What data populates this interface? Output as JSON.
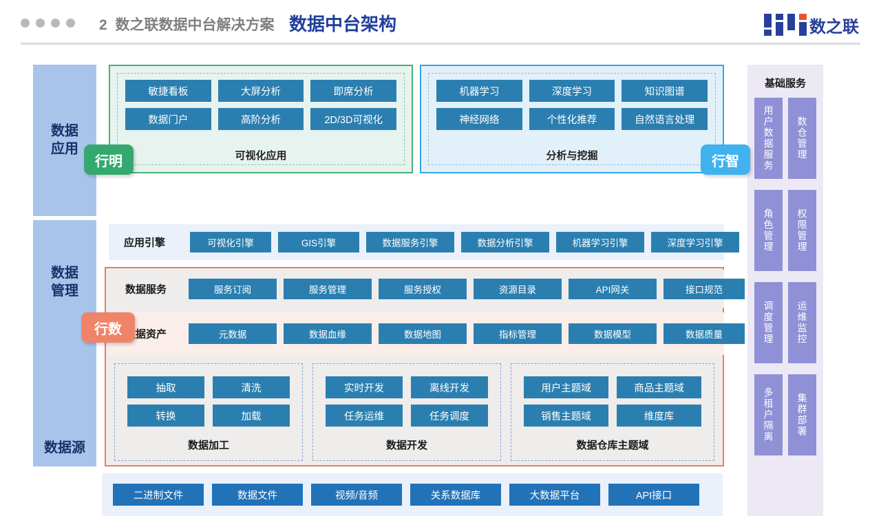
{
  "header": {
    "section_number": "2",
    "breadcrumb": "数之联数据中台解决方案",
    "title": "数据中台架构",
    "logo_text": "数之联",
    "dots_count": 4,
    "accent_blue": "#1f3f9e",
    "logo_orange": "#e8552d"
  },
  "rails": {
    "data_application": "数据\n应用",
    "data_application_line1": "数据",
    "data_application_line2": "应用",
    "data_management_line1": "数据",
    "data_management_line2": "管理",
    "data_source": "数据源"
  },
  "badges": {
    "xingming": "行明",
    "xingzhi": "行智",
    "xingshu": "行数",
    "xingming_color": "#34a96f",
    "xingzhi_color": "#3fb2ef",
    "xingshu_color": "#ef8468"
  },
  "visualization": {
    "caption": "可视化应用",
    "tiles": [
      "敏捷看板",
      "大屏分析",
      "即席分析",
      "数据门户",
      "高阶分析",
      "2D/3D可视化"
    ]
  },
  "analysis": {
    "caption": "分析与挖掘",
    "tiles": [
      "机器学习",
      "深度学习",
      "知识图谱",
      "神经网络",
      "个性化推荐",
      "自然语言处理"
    ]
  },
  "app_engine": {
    "label": "应用引擎",
    "tiles": [
      "可视化引擎",
      "GIS引擎",
      "数据服务引擎",
      "数据分析引擎",
      "机器学习引擎",
      "深度学习引擎"
    ]
  },
  "data_service": {
    "label": "数据服务",
    "tiles": [
      "服务订阅",
      "服务管理",
      "服务授权",
      "资源目录",
      "API网关",
      "接口规范"
    ]
  },
  "data_asset": {
    "label": "数据资产",
    "tiles": [
      "元数据",
      "数据血缘",
      "数据地图",
      "指标管理",
      "数据模型",
      "数据质量"
    ]
  },
  "sub_blocks": [
    {
      "caption": "数据加工",
      "tiles": [
        "抽取",
        "清洗",
        "转换",
        "加载"
      ]
    },
    {
      "caption": "数据开发",
      "tiles": [
        "实时开发",
        "离线开发",
        "任务运维",
        "任务调度"
      ]
    },
    {
      "caption": "数据仓库主题域",
      "tiles": [
        "用户主题域",
        "商品主题域",
        "销售主题域",
        "维度库"
      ]
    }
  ],
  "data_source": {
    "label": "数据源",
    "tiles": [
      "二进制文件",
      "数据文件",
      "视频/音频",
      "关系数据库",
      "大数据平台",
      "API接口"
    ]
  },
  "basic_services": {
    "title": "基础服务",
    "tiles": [
      "用户数据服务",
      "数仓管理",
      "角色管理",
      "权限管理",
      "调度管理",
      "运维监控",
      "多租户隔离",
      "集群部署"
    ],
    "tile_color": "#8f90d6"
  },
  "colors": {
    "tile_blue": "#2b7fb0",
    "source_blue": "#2272b8",
    "rail_blue": "#a8c4ea",
    "rail_text": "#16326a"
  }
}
